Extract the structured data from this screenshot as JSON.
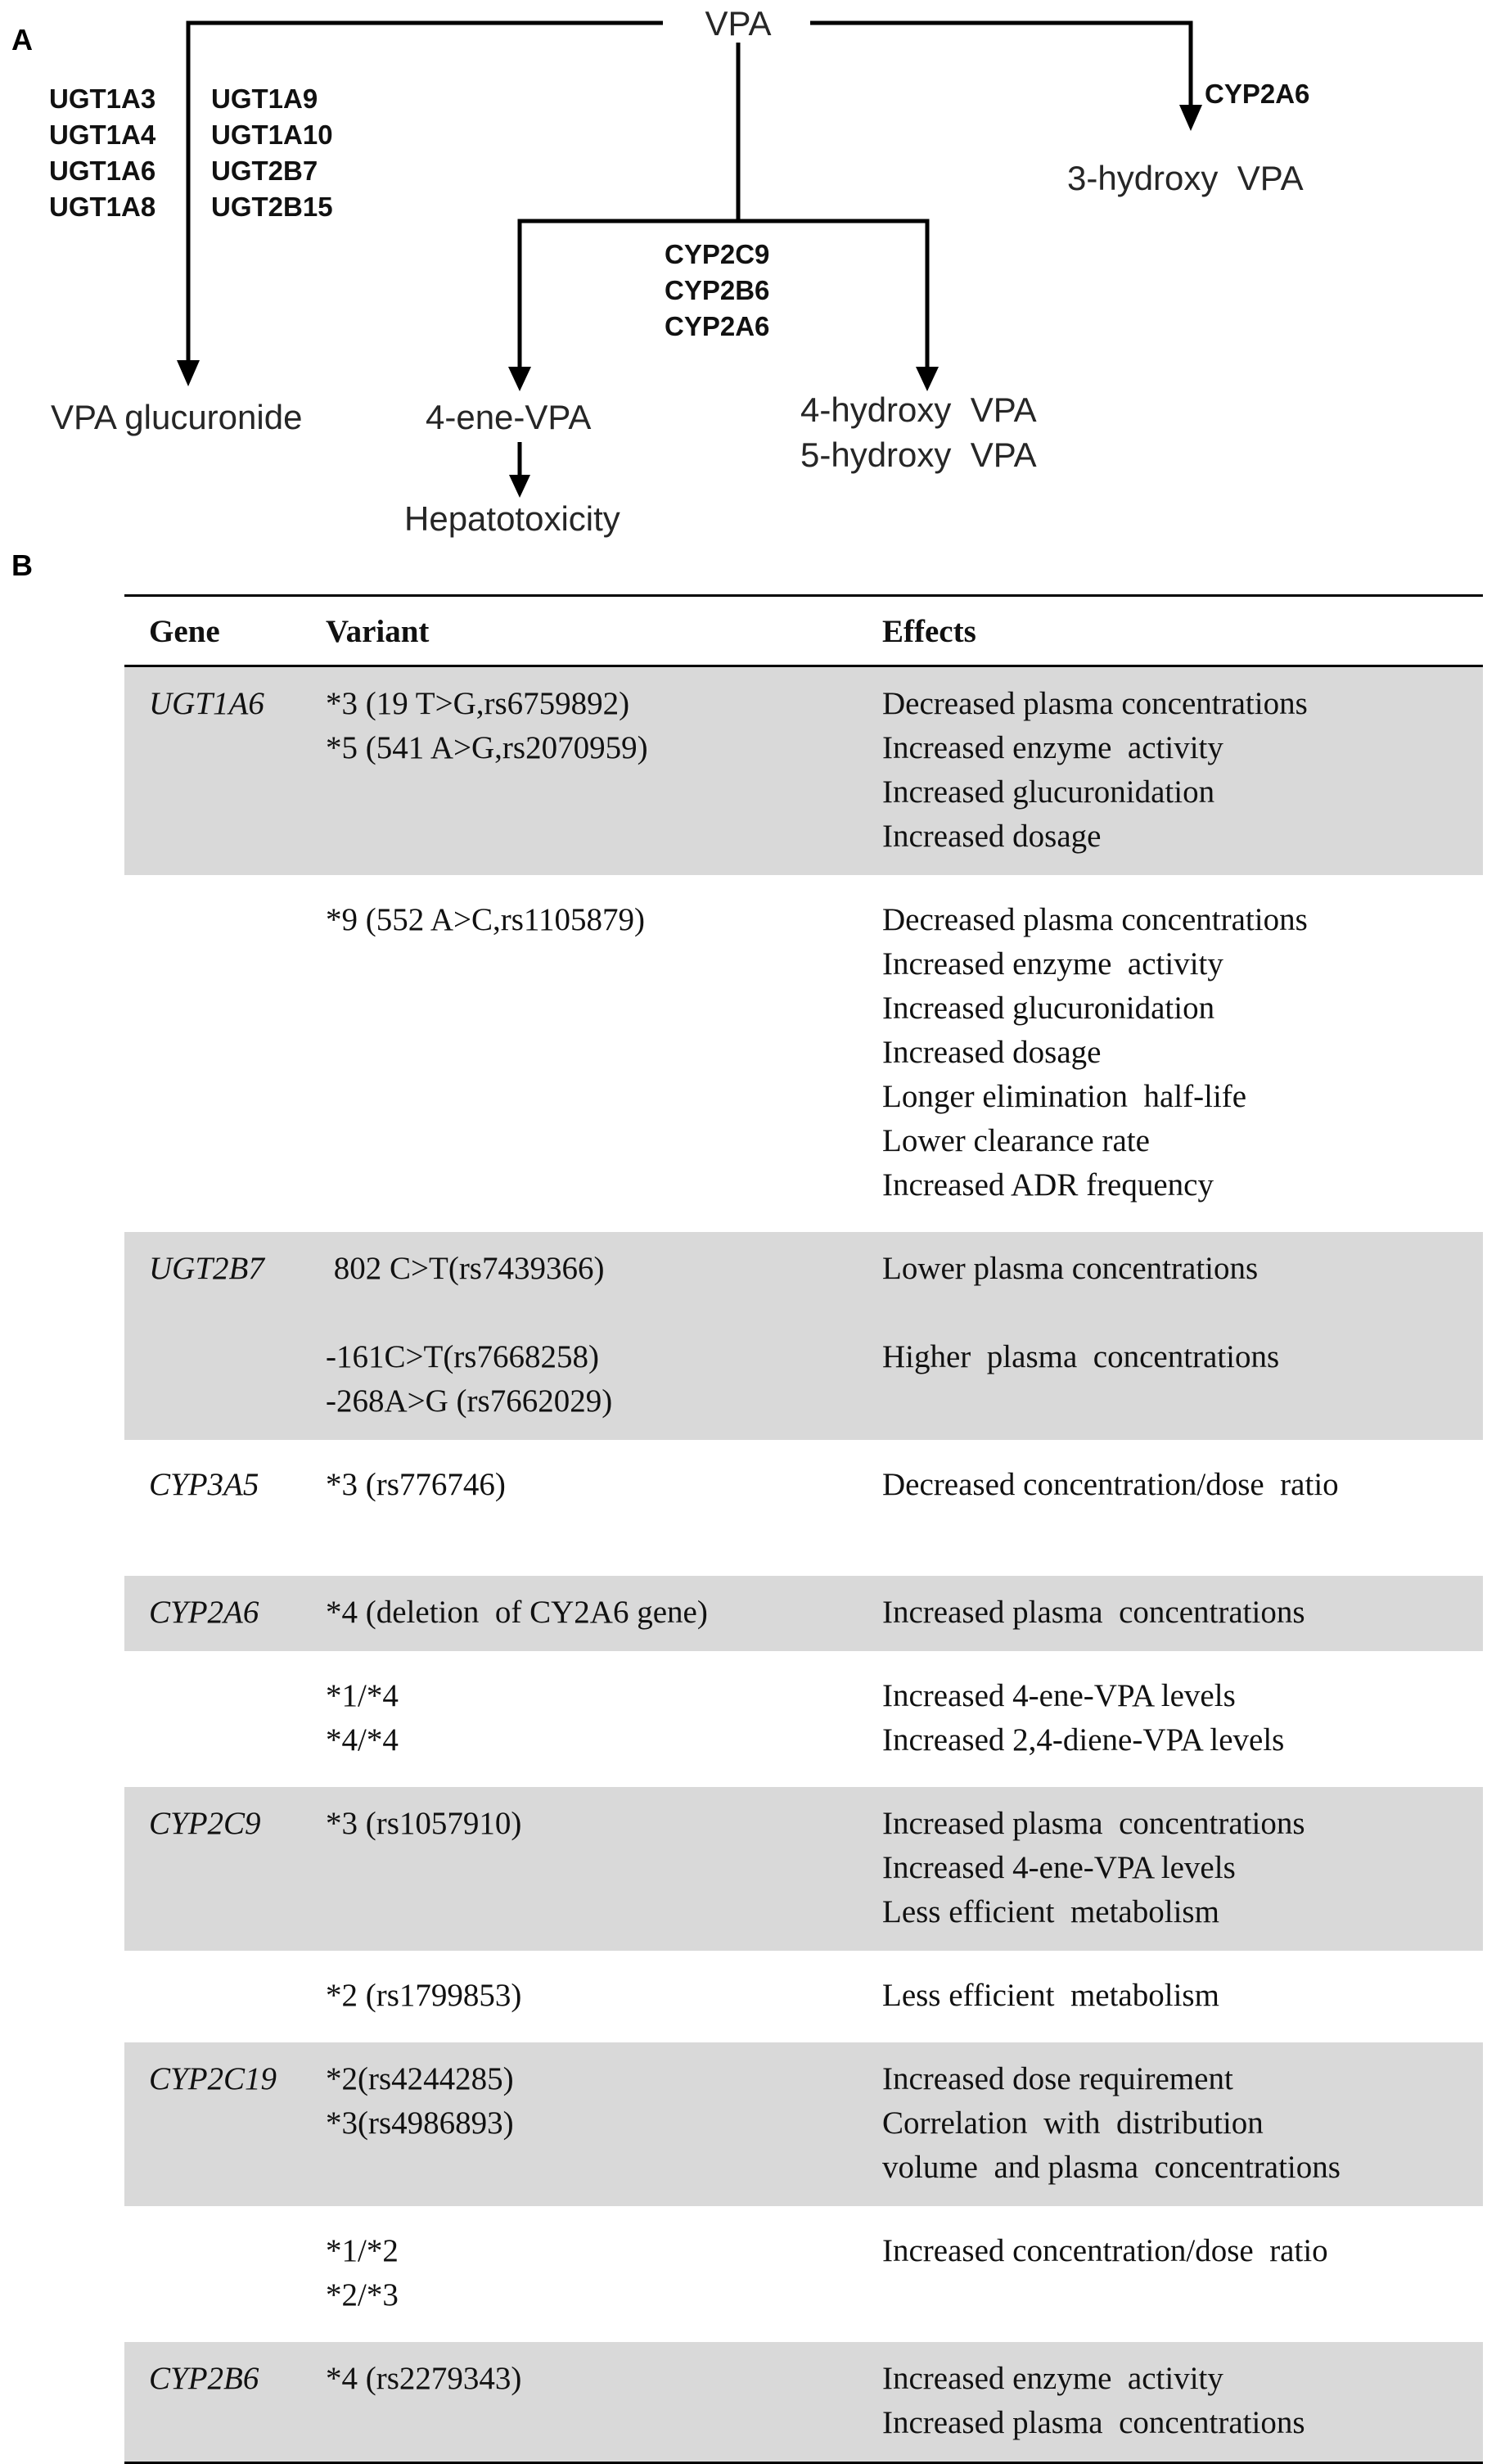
{
  "panel_a": {
    "label": "A",
    "nodes": {
      "vpa": "VPA",
      "vpa_glucuronide": "VPA glucuronide",
      "four_ene_vpa": "4-ene-VPA",
      "hepatotoxicity": "Hepatotoxicity",
      "four_hydroxy_vpa": "4-hydroxy  VPA",
      "five_hydroxy_vpa": "5-hydroxy  VPA",
      "three_hydroxy_vpa": "3-hydroxy  VPA"
    },
    "enzymes": {
      "ugt_col1": [
        "UGT1A3",
        "UGT1A4",
        "UGT1A6",
        "UGT1A8"
      ],
      "ugt_col2": [
        "UGT1A9",
        "UGT1A10",
        "UGT2B7",
        "UGT2B15"
      ],
      "cyp_branch": [
        "CYP2C9",
        "CYP2B6",
        "CYP2A6"
      ],
      "cyp_right": "CYP2A6"
    }
  },
  "panel_b": {
    "label": "B",
    "headers": {
      "gene": "Gene",
      "variant": "Variant",
      "effects": "Effects"
    },
    "rows": [
      {
        "shaded": true,
        "gene": "UGT1A6",
        "variant": [
          "*3 (19 T>G,rs6759892)",
          "*5 (541 A>G,rs2070959)"
        ],
        "effects": [
          "Decreased plasma concentrations",
          "Increased enzyme  activity",
          "Increased glucuronidation",
          "Increased dosage"
        ]
      },
      {
        "shaded": false,
        "gene": "",
        "variant": [
          "*9 (552 A>C,rs1105879)"
        ],
        "effects": [
          "Decreased plasma concentrations",
          "Increased enzyme  activity",
          "Increased glucuronidation",
          "Increased dosage",
          "Longer elimination  half-life",
          "Lower clearance rate",
          "Increased ADR frequency"
        ]
      },
      {
        "shaded": true,
        "gene": "UGT2B7",
        "variant": [
          " 802 C>T(rs7439366)",
          "",
          "-161C>T(rs7668258)",
          "-268A>G (rs7662029)"
        ],
        "effects": [
          "Lower plasma concentrations",
          "",
          "Higher  plasma  concentrations"
        ]
      },
      {
        "shaded": false,
        "gene": "CYP3A5",
        "variant": [
          "*3 (rs776746)",
          ""
        ],
        "effects": [
          "Decreased concentration/dose  ratio",
          ""
        ]
      },
      {
        "shaded": true,
        "gene": "CYP2A6",
        "variant": [
          "*4 (deletion  of CY2A6 gene)"
        ],
        "effects": [
          "Increased plasma  concentrations"
        ]
      },
      {
        "shaded": false,
        "gene": "",
        "variant": [
          "*1/*4",
          "*4/*4"
        ],
        "effects": [
          "Increased 4-ene-VPA levels",
          "Increased 2,4-diene-VPA levels"
        ]
      },
      {
        "shaded": true,
        "gene": "CYP2C9",
        "variant": [
          "*3 (rs1057910)"
        ],
        "effects": [
          "Increased plasma  concentrations",
          "Increased 4-ene-VPA levels",
          "Less efficient  metabolism"
        ]
      },
      {
        "shaded": false,
        "gene": "",
        "variant": [
          "*2 (rs1799853)"
        ],
        "effects": [
          "Less efficient  metabolism"
        ]
      },
      {
        "shaded": true,
        "gene": "CYP2C19",
        "variant": [
          "*2(rs4244285)",
          "*3(rs4986893)"
        ],
        "effects": [
          "Increased dose requirement",
          "Correlation  with  distribution",
          "volume  and plasma  concentrations"
        ]
      },
      {
        "shaded": false,
        "gene": "",
        "variant": [
          "*1/*2",
          "*2/*3"
        ],
        "effects": [
          "Increased concentration/dose  ratio"
        ]
      },
      {
        "shaded": true,
        "gene": "CYP2B6",
        "variant": [
          "*4 (rs2279343)"
        ],
        "effects": [
          "Increased enzyme  activity",
          "Increased plasma  concentrations"
        ]
      }
    ]
  }
}
